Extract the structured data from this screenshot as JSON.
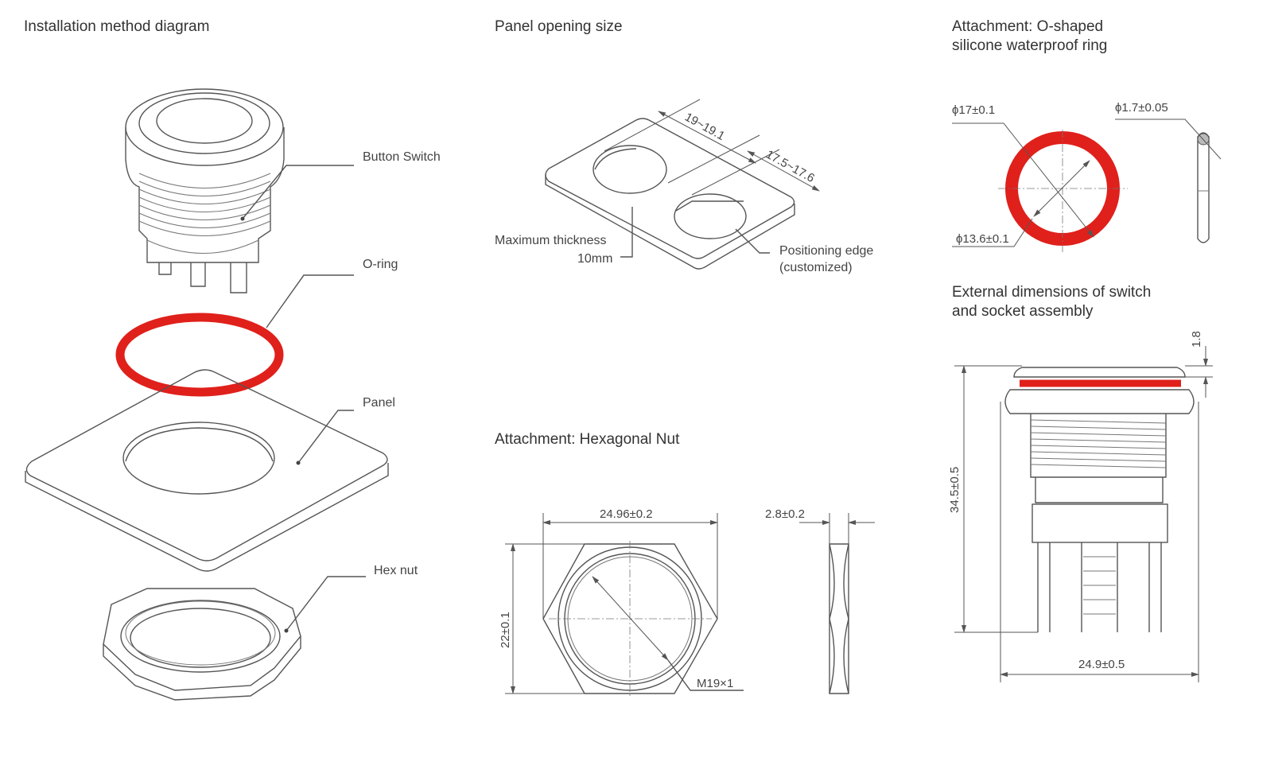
{
  "colors": {
    "oring": "#e0201b",
    "line": "#555555",
    "text": "#333333"
  },
  "installation": {
    "title": "Installation method diagram",
    "labels": {
      "button_switch": "Button Switch",
      "oring": "O-ring",
      "panel": "Panel",
      "hex_nut": "Hex nut"
    }
  },
  "panel_opening": {
    "title": "Panel opening size",
    "dim_large": "19~19.1",
    "dim_small": "17.5~17.6",
    "thickness_label": "Maximum thickness",
    "thickness_value": "10mm",
    "positioning_label": "Positioning edge",
    "positioning_note": "(customized)"
  },
  "hex_nut": {
    "title": "Attachment:  Hexagonal Nut",
    "width": "24.96±0.2",
    "height": "22±0.1",
    "thread": "M19×1",
    "thickness": "2.8±0.2"
  },
  "oring_attachment": {
    "title_line1": "Attachment: O-shaped",
    "title_line2": "silicone waterproof ring",
    "outer_dia": "ϕ17±0.1",
    "inner_dia": "ϕ13.6±0.1",
    "cross_section": "ϕ1.7±0.05"
  },
  "assembly": {
    "title_line1": "External dimensions of switch",
    "title_line2": "and socket assembly",
    "height": "34.5±0.5",
    "width": "24.9±0.5",
    "cap": "1.8"
  }
}
